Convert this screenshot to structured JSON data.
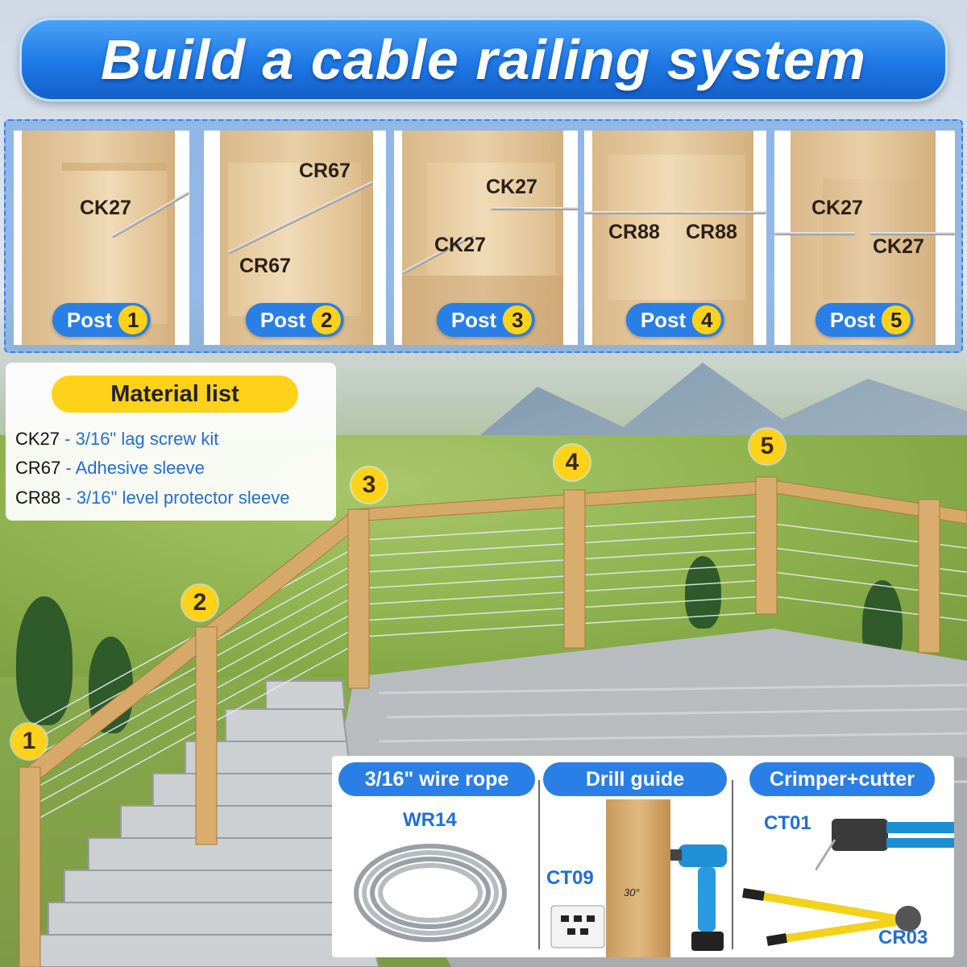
{
  "title": "Build a cable railing system",
  "posts": [
    {
      "label": "Post",
      "number": "1",
      "codes": [
        "CK27"
      ]
    },
    {
      "label": "Post",
      "number": "2",
      "codes": [
        "CR67",
        "CR67"
      ]
    },
    {
      "label": "Post",
      "number": "3",
      "codes": [
        "CK27",
        "CK27"
      ]
    },
    {
      "label": "Post",
      "number": "4",
      "codes": [
        "CR88",
        "CR88"
      ]
    },
    {
      "label": "Post",
      "number": "5",
      "codes": [
        "CK27",
        "CK27"
      ]
    }
  ],
  "material_list": {
    "title": "Material list",
    "items": [
      {
        "code": "CK27",
        "desc": "- 3/16\" lag screw kit"
      },
      {
        "code": "CR67",
        "desc": "- Adhesive sleeve"
      },
      {
        "code": "CR88",
        "desc": "- 3/16\" level protector sleeve"
      }
    ]
  },
  "scene_markers": [
    "1",
    "2",
    "3",
    "4",
    "5"
  ],
  "tools": [
    {
      "title": "3/16\" wire rope",
      "codes": [
        "WR14"
      ]
    },
    {
      "title": "Drill guide",
      "codes": [
        "CT09"
      ],
      "angle": "30°"
    },
    {
      "title": "Crimper+cutter",
      "codes": [
        "CT01",
        "CR03"
      ]
    }
  ],
  "colors": {
    "accent_blue": "#2a7fe6",
    "badge_yellow": "#ffd21a",
    "desc_blue": "#1f6fd8"
  }
}
